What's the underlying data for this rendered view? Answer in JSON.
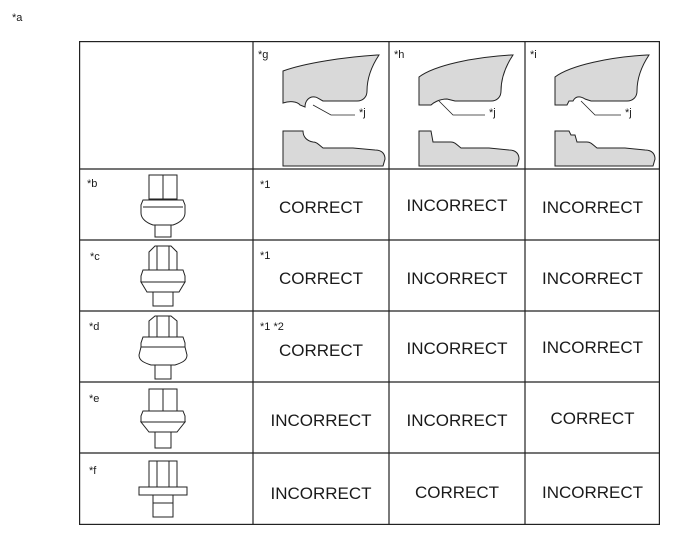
{
  "figure_label": "*a",
  "columns": [
    {
      "tag": "*g",
      "callout": "*j"
    },
    {
      "tag": "*h",
      "callout": "*j"
    },
    {
      "tag": "*i",
      "callout": "*j"
    }
  ],
  "rows": [
    {
      "tag": "*b",
      "note": "*1",
      "cells": [
        "CORRECT",
        "INCORRECT",
        "INCORRECT"
      ]
    },
    {
      "tag": "*c",
      "note": "*1",
      "cells": [
        "CORRECT",
        "INCORRECT",
        "INCORRECT"
      ]
    },
    {
      "tag": "*d",
      "note": "*1 *2",
      "cells": [
        "CORRECT",
        "INCORRECT",
        "INCORRECT"
      ]
    },
    {
      "tag": "*e",
      "note": "",
      "cells": [
        "INCORRECT",
        "INCORRECT",
        "CORRECT"
      ]
    },
    {
      "tag": "*f",
      "note": "",
      "cells": [
        "INCORRECT",
        "CORRECT",
        "INCORRECT"
      ]
    }
  ]
}
